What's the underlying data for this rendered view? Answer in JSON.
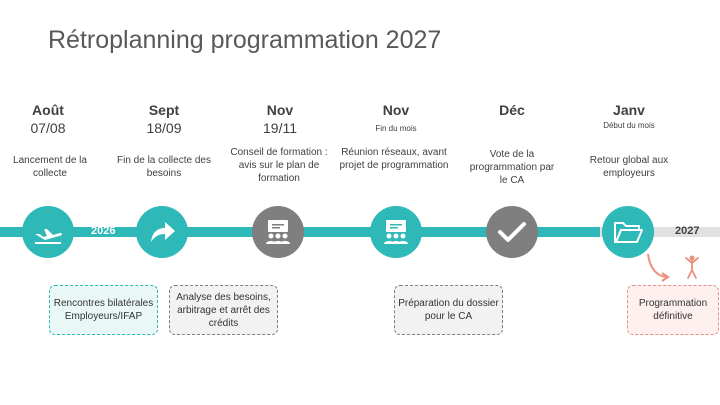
{
  "title": "Rétroplanning programmation 2027",
  "timeline": {
    "year_start": "2026",
    "year_end": "2027"
  },
  "milestones": [
    {
      "month": "Août",
      "date": "07/08",
      "desc": "Lancement de la collecte",
      "icon": "plane-departure-icon"
    },
    {
      "month": "Sept",
      "date": "18/09",
      "desc": "Fin de la collecte des besoins",
      "icon": "forward-arrow-icon"
    },
    {
      "month": "Nov",
      "date": "19/11",
      "desc": "Conseil de formation : avis sur le plan de formation",
      "icon": "meeting-icon"
    },
    {
      "month": "Nov",
      "sub": "Fin du mois",
      "desc": "Réunion réseaux, avant projet de programmation",
      "icon": "meeting-icon"
    },
    {
      "month": "Déc",
      "desc": "Vote de la programmation par le CA",
      "icon": "checkmark-icon"
    },
    {
      "month": "Janv",
      "sub": "Début du mois",
      "desc": "Retour global aux employeurs",
      "icon": "folder-icon"
    }
  ],
  "boxes": [
    {
      "text": "Rencontres bilatérales Employeurs/IFAP"
    },
    {
      "text": "Analyse des besoins, arbitrage et arrêt des crédits"
    },
    {
      "text": "Préparation du dossier pour le CA"
    },
    {
      "text": "Programmation définitive"
    }
  ],
  "colors": {
    "teal": "#2eb8b8",
    "gray": "#7f7f7f",
    "light_gray": "#e0e0e0",
    "salmon": "#e8907e"
  }
}
